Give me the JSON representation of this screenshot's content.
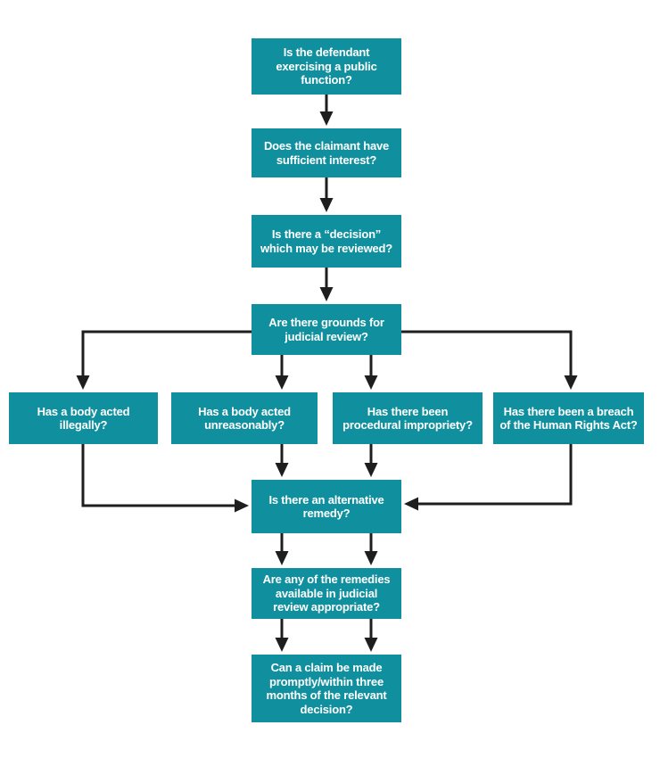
{
  "diagram": {
    "type": "flowchart",
    "colors": {
      "node_fill": "#10909e",
      "node_text": "#ffffff",
      "arrow": "#1e1e1e",
      "background": "#ffffff"
    },
    "nodes": [
      {
        "id": "public-function",
        "label": "Is the defendant exercising a public function?"
      },
      {
        "id": "sufficient-interest",
        "label": "Does the claimant have sufficient interest?"
      },
      {
        "id": "decision-reviewable",
        "label": "Is there a “decision” which may be reviewed?"
      },
      {
        "id": "grounds-for-review",
        "label": "Are there grounds for judicial review?"
      },
      {
        "id": "acted-illegally",
        "label": "Has a body acted illegally?"
      },
      {
        "id": "acted-unreasonably",
        "label": "Has a body acted unreasonably?"
      },
      {
        "id": "procedural-impropriety",
        "label": "Has there been procedural impropriety?"
      },
      {
        "id": "hra-breach",
        "label": "Has there been a breach of the Human Rights Act?"
      },
      {
        "id": "alternative-remedy",
        "label": "Is there an alternative remedy?"
      },
      {
        "id": "remedies-appropriate",
        "label": "Are any of the remedies available in judicial review appropriate?"
      },
      {
        "id": "claim-promptly",
        "label": "Can a claim be made promptly/within three months of the relevant decision?"
      }
    ],
    "edges": [
      {
        "from": "public-function",
        "to": "sufficient-interest"
      },
      {
        "from": "sufficient-interest",
        "to": "decision-reviewable"
      },
      {
        "from": "decision-reviewable",
        "to": "grounds-for-review"
      },
      {
        "from": "grounds-for-review",
        "to": "acted-illegally"
      },
      {
        "from": "grounds-for-review",
        "to": "acted-unreasonably"
      },
      {
        "from": "grounds-for-review",
        "to": "procedural-impropriety"
      },
      {
        "from": "grounds-for-review",
        "to": "hra-breach"
      },
      {
        "from": "acted-illegally",
        "to": "alternative-remedy"
      },
      {
        "from": "acted-unreasonably",
        "to": "alternative-remedy"
      },
      {
        "from": "procedural-impropriety",
        "to": "alternative-remedy"
      },
      {
        "from": "hra-breach",
        "to": "alternative-remedy"
      },
      {
        "from": "alternative-remedy",
        "to": "remedies-appropriate"
      },
      {
        "from": "alternative-remedy",
        "to": "remedies-appropriate"
      },
      {
        "from": "remedies-appropriate",
        "to": "claim-promptly"
      },
      {
        "from": "remedies-appropriate",
        "to": "claim-promptly"
      }
    ]
  }
}
